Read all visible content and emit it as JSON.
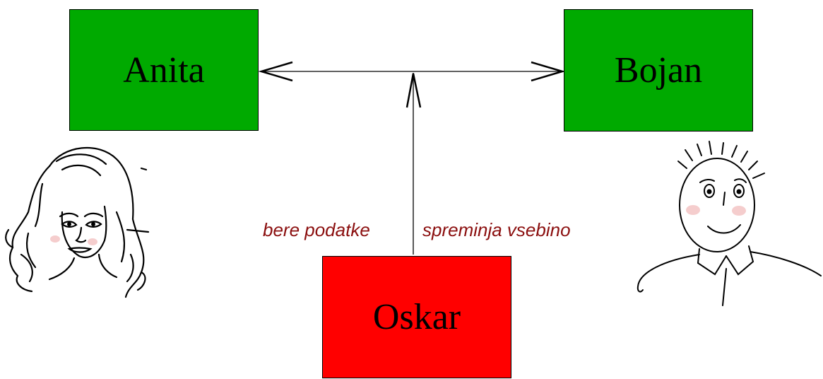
{
  "participants": {
    "anita": {
      "name": "Anita",
      "color": "#00aa00"
    },
    "bojan": {
      "name": "Bojan",
      "color": "#00aa00"
    },
    "oskar": {
      "name": "Oskar",
      "color": "#ff0000"
    }
  },
  "labels": {
    "left": "bere podatke",
    "right": "spreminja vsebino",
    "color": "#8b0f0f"
  },
  "icons": {
    "left_figure": "woman-portrait-icon",
    "right_figure": "man-cartoon-icon"
  }
}
